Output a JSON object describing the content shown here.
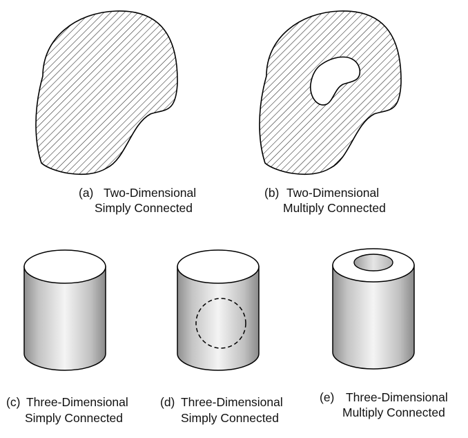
{
  "figure": {
    "panels": [
      {
        "id": "a",
        "letter": "(a)",
        "line1": "Two-Dimensional",
        "line2": "Simply Connected",
        "shape": "planar-region",
        "fill": "diagonal-hatching"
      },
      {
        "id": "b",
        "letter": "(b)",
        "line1": "Two-Dimensional",
        "line2": "Multiply Connected",
        "shape": "planar-region-with-hole",
        "fill": "diagonal-hatching"
      },
      {
        "id": "c",
        "letter": "(c)",
        "line1": "Three-Dimensional",
        "line2": "Simply Connected",
        "shape": "solid-cylinder"
      },
      {
        "id": "d",
        "letter": "(d)",
        "line1": "Three-Dimensional",
        "line2": "Simply Connected",
        "shape": "solid-cylinder-with-internal-cavity",
        "cavity_outline": "dashed"
      },
      {
        "id": "e",
        "letter": "(e)",
        "line1": "Three-Dimensional",
        "line2": "Multiply Connected",
        "shape": "hollow-cylinder"
      }
    ],
    "colors": {
      "outline": "#000000",
      "hatch": "#222222",
      "cylinder_dark": "#8f8f8f",
      "cylinder_light": "#f4f4f4",
      "top_face": "#ffffff"
    }
  }
}
